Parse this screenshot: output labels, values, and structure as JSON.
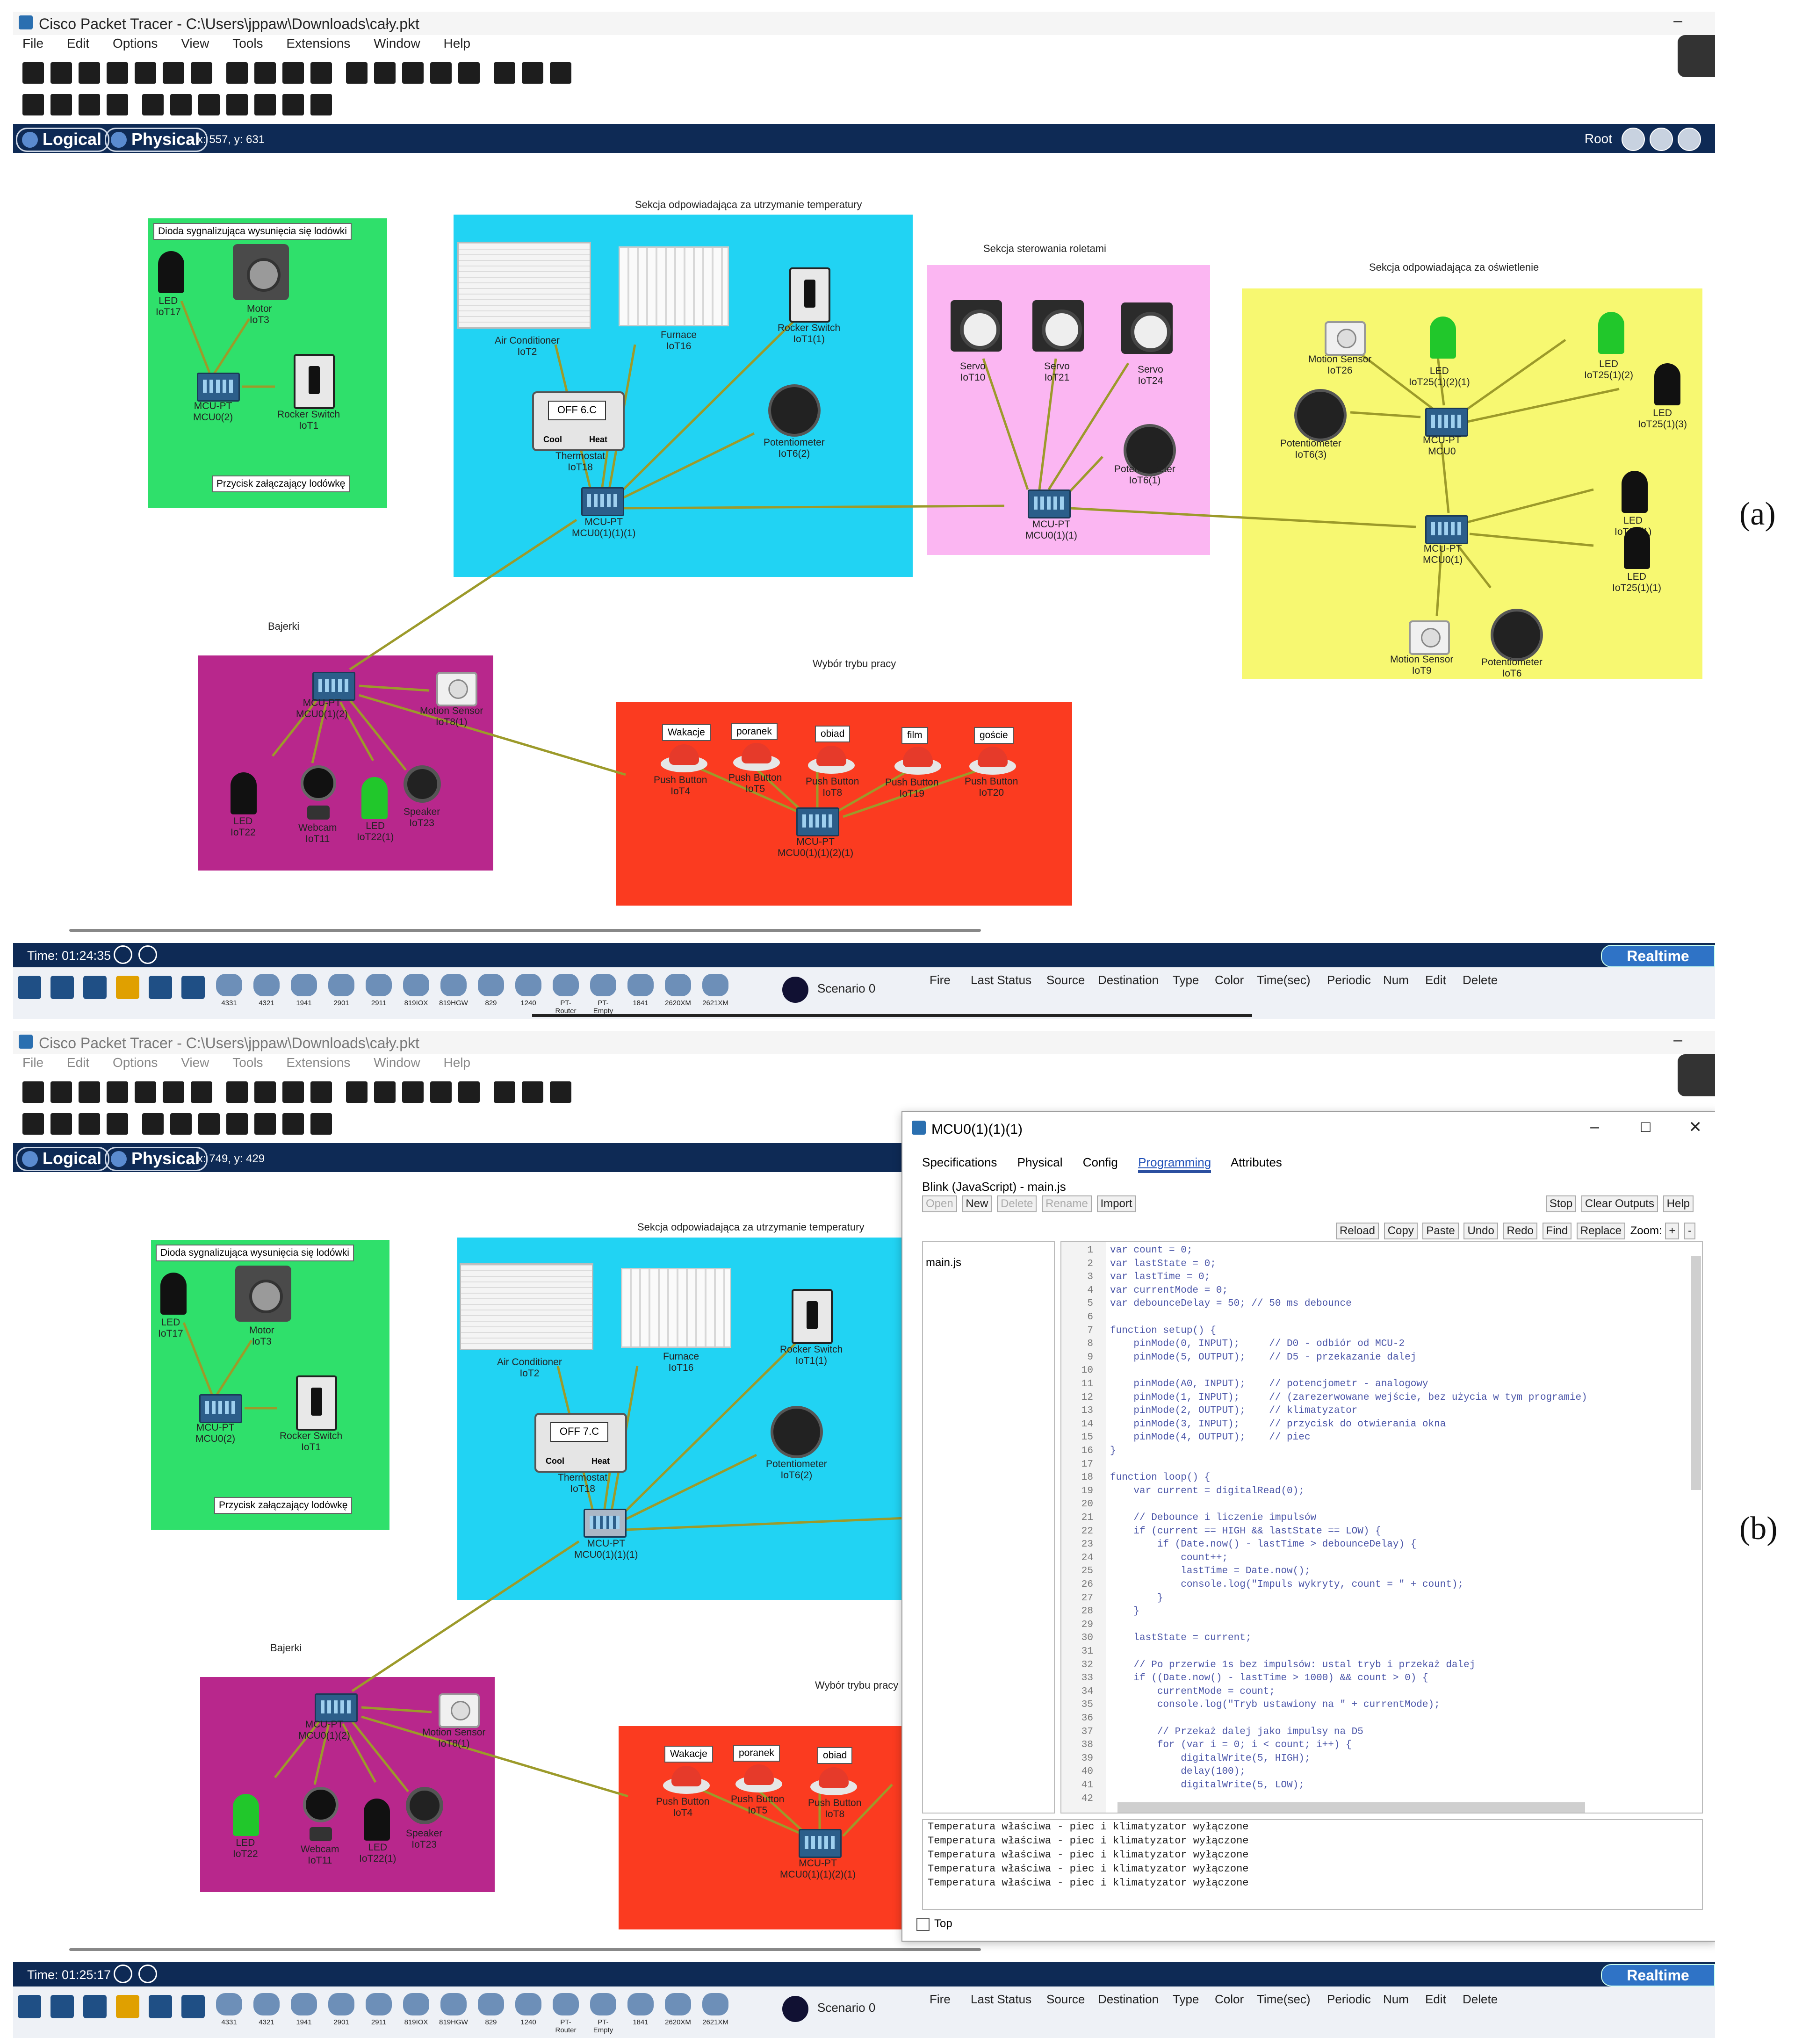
{
  "common": {
    "menu": [
      "File",
      "Edit",
      "Options",
      "View",
      "Tools",
      "Extensions",
      "Window",
      "Help"
    ],
    "logical": "Logical",
    "physical": "Physical",
    "root": "Root",
    "realtime": "Realtime",
    "scenario": "Scenario 0",
    "pdu_headers": [
      "Fire",
      "Last Status",
      "Source",
      "Destination",
      "Type",
      "Color",
      "Time(sec)",
      "Periodic",
      "Num",
      "Edit",
      "Delete"
    ],
    "device_models": [
      "4331",
      "4321",
      "1941",
      "2901",
      "2911",
      "819IOX",
      "819HGW",
      "829",
      "1240",
      "PT-Router",
      "PT-Empty",
      "1841",
      "2620XM",
      "2621XM"
    ]
  },
  "shotA": {
    "caption": "(a)",
    "title": "Cisco Packet Tracer - C:\\Users\\jppaw\\Downloads\\cały.pkt",
    "coords": "x: 557, y: 631",
    "time": "Time: 01:24:35",
    "thermo_display": "OFF  6.C"
  },
  "shotB": {
    "caption": "(b)",
    "title": "Cisco Packet Tracer - C:\\Users\\jppaw\\Downloads\\cały.pkt",
    "coords": "x: 749, y: 429",
    "time": "Time: 01:25:17",
    "thermo_display": "OFF  7.C"
  },
  "canvas": {
    "zone_green_title": "Dioda sygnalizująca wysunięcia się lodówki",
    "zone_green_caption": "Przycisk załączający lodówkę",
    "zone_blue_title": "Sekcja odpowiadająca za utrzymanie temperatury",
    "zone_pink_title": "Sekcja sterowania roletami",
    "zone_yellow_title": "Sekcja odpowiadająca za oświetlenie",
    "zone_purple_title": "Bajerki",
    "zone_red_title": "Wybór trybu pracy",
    "green": {
      "led": "LED\nIoT17",
      "motor": "Motor\nIoT3",
      "mcu": "MCU-PT\nMCU0(2)",
      "rocker": "Rocker Switch\nIoT1"
    },
    "blue": {
      "ac": "Air Conditioner\nIoT2",
      "furnace": "Furnace\nIoT16",
      "rocker": "Rocker Switch\nIoT1(1)",
      "thermo": "Thermostat\nIoT18",
      "pot": "Potentiometer\nIoT6(2)",
      "mcu": "MCU-PT\nMCU0(1)(1)(1)",
      "cool": "Cool",
      "heat": "Heat"
    },
    "pink": {
      "servo1": "Servo\nIoT10",
      "servo2": "Servo\nIoT21",
      "servo3": "Servo\nIoT24",
      "pot": "Potentiometer\nIoT6(1)",
      "mcu": "MCU-PT\nMCU0(1)(1)"
    },
    "yellow": {
      "motion1": "Motion Sensor\nIoT26",
      "led1": "LED\nIoT25(1)(2)(1)",
      "led2": "LED\nIoT25(1)(2)",
      "led3": "LED\nIoT25(1)(3)",
      "pot1": "Potentiometer\nIoT6(3)",
      "mcu1": "MCU-PT\nMCU0",
      "mcu2": "MCU-PT\nMCU0(1)",
      "led4": "LED\nIoT25(1)",
      "led5": "LED\nIoT25(1)(1)",
      "motion2": "Motion Sensor\nIoT9",
      "pot2": "Potentiometer\nIoT6"
    },
    "purple": {
      "mcu": "MCU-PT\nMCU0(1)(2)",
      "motion": "Motion Sensor\nIoT8(1)",
      "led_black": "LED\nIoT22",
      "webcam": "Webcam\nIoT11",
      "led_green": "LED\nIoT22(1)",
      "speaker": "Speaker\nIoT23"
    },
    "red": {
      "tags": [
        "Wakacje",
        "poranek",
        "obiad",
        "film",
        "goście"
      ],
      "buttons": [
        "Push Button\nIoT4",
        "Push Button\nIoT5",
        "Push Button\nIoT8",
        "Push Button\nIoT19",
        "Push Button\nIoT20"
      ],
      "mcu": "MCU-PT\nMCU0(1)(1)(2)(1)"
    }
  },
  "progwin": {
    "title": "MCU0(1)(1)(1)",
    "tabs": [
      "Specifications",
      "Physical",
      "Config",
      "Programming",
      "Attributes"
    ],
    "subtitle": "Blink (JavaScript) - main.js",
    "file_buttons": [
      "Open",
      "New",
      "Delete",
      "Rename",
      "Import"
    ],
    "run_buttons": [
      "Stop",
      "Clear Outputs",
      "Help"
    ],
    "edit_buttons": [
      "Reload",
      "Copy",
      "Paste",
      "Undo",
      "Redo",
      "Find",
      "Replace",
      "Zoom:",
      "+",
      "-"
    ],
    "file": "main.js",
    "code": [
      "var count = 0;",
      "var lastState = 0;",
      "var lastTime = 0;",
      "var currentMode = 0;",
      "var debounceDelay = 50; // 50 ms debounce",
      "",
      "function setup() {",
      "    pinMode(0, INPUT);     // D0 - odbiór od MCU-2",
      "    pinMode(5, OUTPUT);    // D5 - przekazanie dalej",
      "",
      "    pinMode(A0, INPUT);    // potencjometr - analogowy",
      "    pinMode(1, INPUT);     // (zarezerwowane wejście, bez użycia w tym programie)",
      "    pinMode(2, OUTPUT);    // klimatyzator",
      "    pinMode(3, INPUT);     // przycisk do otwierania okna",
      "    pinMode(4, OUTPUT);    // piec",
      "}",
      "",
      "function loop() {",
      "    var current = digitalRead(0);",
      "",
      "    // Debounce i liczenie impulsów",
      "    if (current == HIGH && lastState == LOW) {",
      "        if (Date.now() - lastTime > debounceDelay) {",
      "            count++;",
      "            lastTime = Date.now();",
      "            console.log(\"Impuls wykryty, count = \" + count);",
      "        }",
      "    }",
      "",
      "    lastState = current;",
      "",
      "    // Po przerwie 1s bez impulsów: ustal tryb i przekaż dalej",
      "    if ((Date.now() - lastTime > 1000) && count > 0) {",
      "        currentMode = count;",
      "        console.log(\"Tryb ustawiony na \" + currentMode);",
      "",
      "        // Przekaż dalej jako impulsy na D5",
      "        for (var i = 0; i < count; i++) {",
      "            digitalWrite(5, HIGH);",
      "            delay(100);",
      "            digitalWrite(5, LOW);",
      ""
    ],
    "console": [
      "Temperatura właściwa - piec i klimatyzator wyłączone",
      "Temperatura właściwa - piec i klimatyzator wyłączone",
      "Temperatura właściwa - piec i klimatyzator wyłączone",
      "Temperatura właściwa - piec i klimatyzator wyłączone",
      "Temperatura właściwa - piec i klimatyzator wyłączone"
    ],
    "top_label": "Top"
  },
  "colors": {
    "green_zone": "#2fe06b",
    "blue_zone": "#21d3f3",
    "pink_zone": "#fbb6f2",
    "yellow_zone": "#f7f871",
    "purple_zone": "#b8278c",
    "red_zone": "#fb3b20",
    "wire": "#9c9a2a",
    "navy": "#0e2a55"
  }
}
